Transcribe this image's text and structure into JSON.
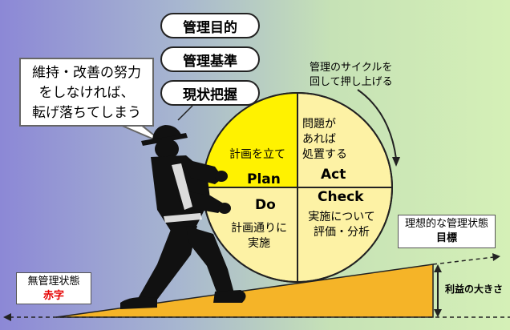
{
  "standards": [
    "管理目的",
    "管理基準",
    "現状把握"
  ],
  "callout_lines": [
    "維持・改善の努力",
    "をしなければ、",
    "転げ落ちてしまう"
  ],
  "cycle_note_lines": [
    "管理のサイクルを",
    "回して押し上げる"
  ],
  "pdca": {
    "plan": {
      "desc": "計画を立て",
      "name": "Plan"
    },
    "act": {
      "desc_lines": [
        "問題が",
        "あれば",
        "処置する"
      ],
      "name": "Act"
    },
    "do": {
      "name": "Do",
      "desc_lines": [
        "計画通りに",
        "実施"
      ]
    },
    "check": {
      "name": "Check",
      "desc_lines": [
        "実施について",
        "評価・分析"
      ]
    }
  },
  "states": {
    "left_label": "無管理状態",
    "left_sub": "赤字",
    "right_label": "理想的な管理状態",
    "right_sub": "目標",
    "profit_label": "利益の大きさ"
  },
  "colors": {
    "ramp": "#f5b428",
    "plan_quadrant": "#fff200",
    "circle_fill": "#fdf2a5",
    "red_text": "#e60000"
  }
}
